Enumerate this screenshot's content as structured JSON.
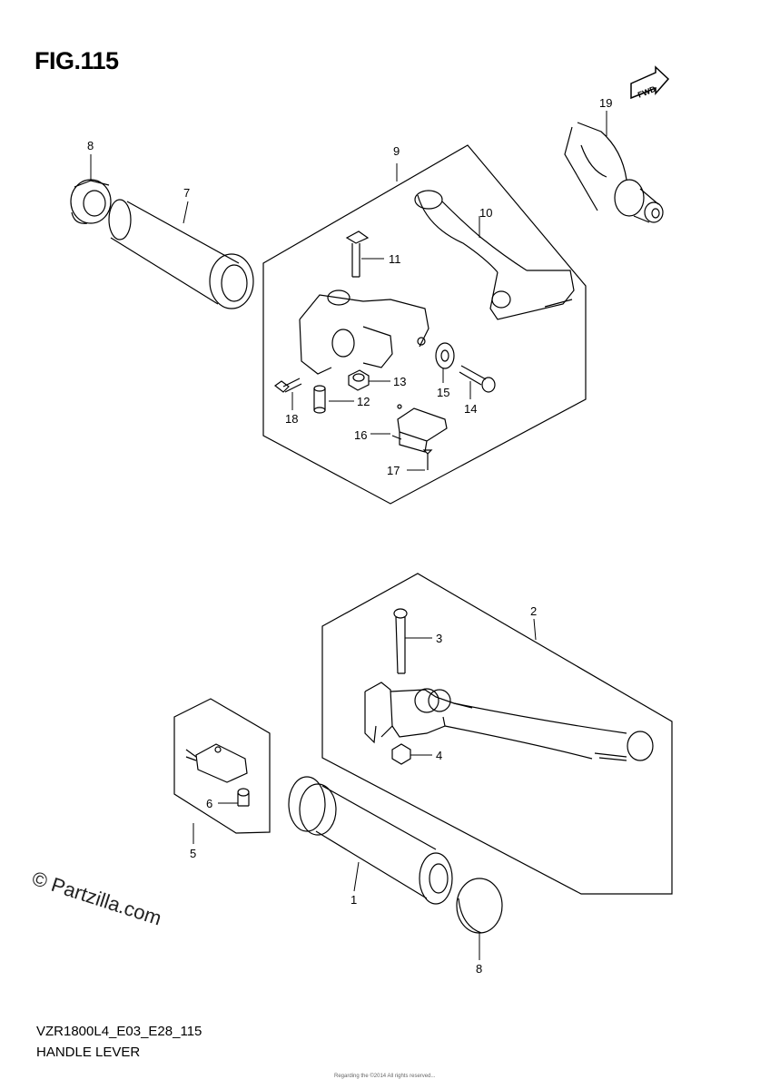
{
  "header": {
    "figure_title": "FIG.115"
  },
  "badge": {
    "fwd": "FWD"
  },
  "footer": {
    "model_code": "VZR1800L4_E03_E28_115",
    "section_name": "HANDLE LEVER"
  },
  "watermark": "© Partzilla.com",
  "fine_print": "Regarding the  ©2014  All rights reserved...",
  "callouts": {
    "c1": "1",
    "c2": "2",
    "c3": "3",
    "c4": "4",
    "c5": "5",
    "c6": "6",
    "c7": "7",
    "c8_top": "8",
    "c8_bottom": "8",
    "c9": "9",
    "c10": "10",
    "c11": "11",
    "c12": "12",
    "c13": "13",
    "c14": "14",
    "c15": "15",
    "c16": "16",
    "c17": "17",
    "c18": "18",
    "c19": "19"
  }
}
